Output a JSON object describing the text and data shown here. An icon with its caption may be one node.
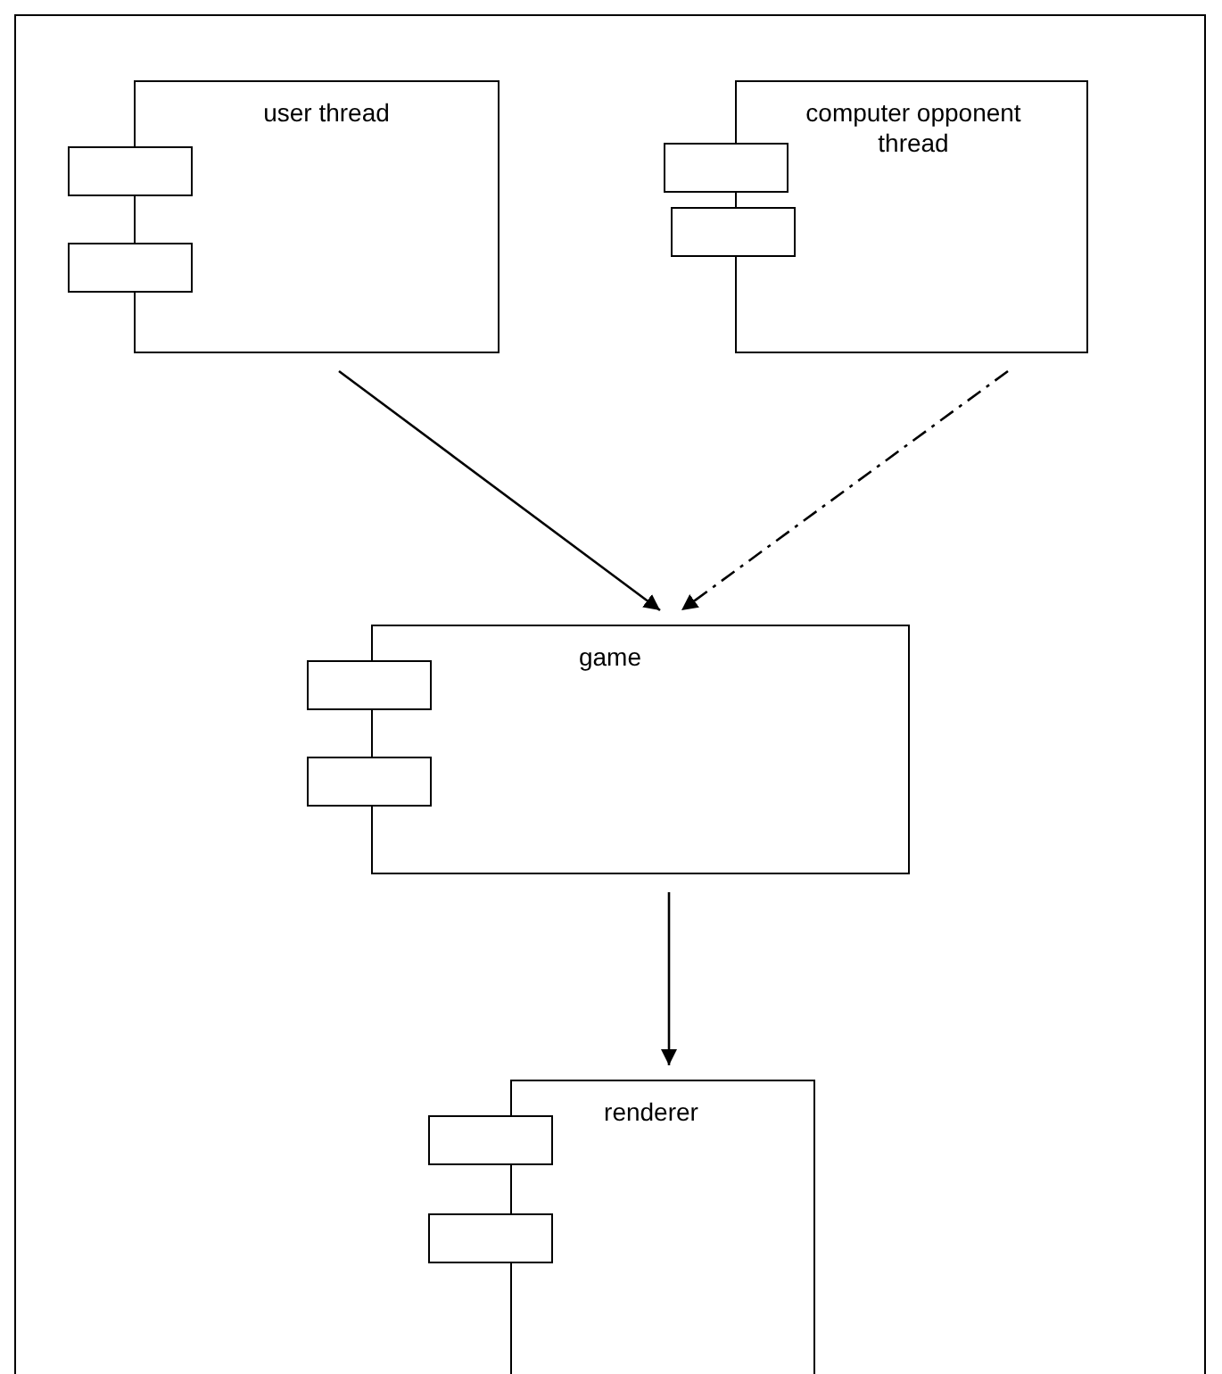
{
  "diagram": {
    "nodes": [
      {
        "text": [
          "user thread"
        ]
      },
      {
        "text": [
          "computer opponent thread"
        ]
      },
      {
        "text": [
          "game"
        ]
      },
      {
        "text": [
          "renderer"
        ]
      }
    ],
    "edges": [
      {
        "from": 0,
        "to": 2,
        "arrow": "to"
      },
      {
        "from": 1,
        "to": 2,
        "arrow": "to",
        "style": "dashed"
      },
      {
        "from": 2,
        "to": 3,
        "arrow": "to"
      }
    ]
  }
}
